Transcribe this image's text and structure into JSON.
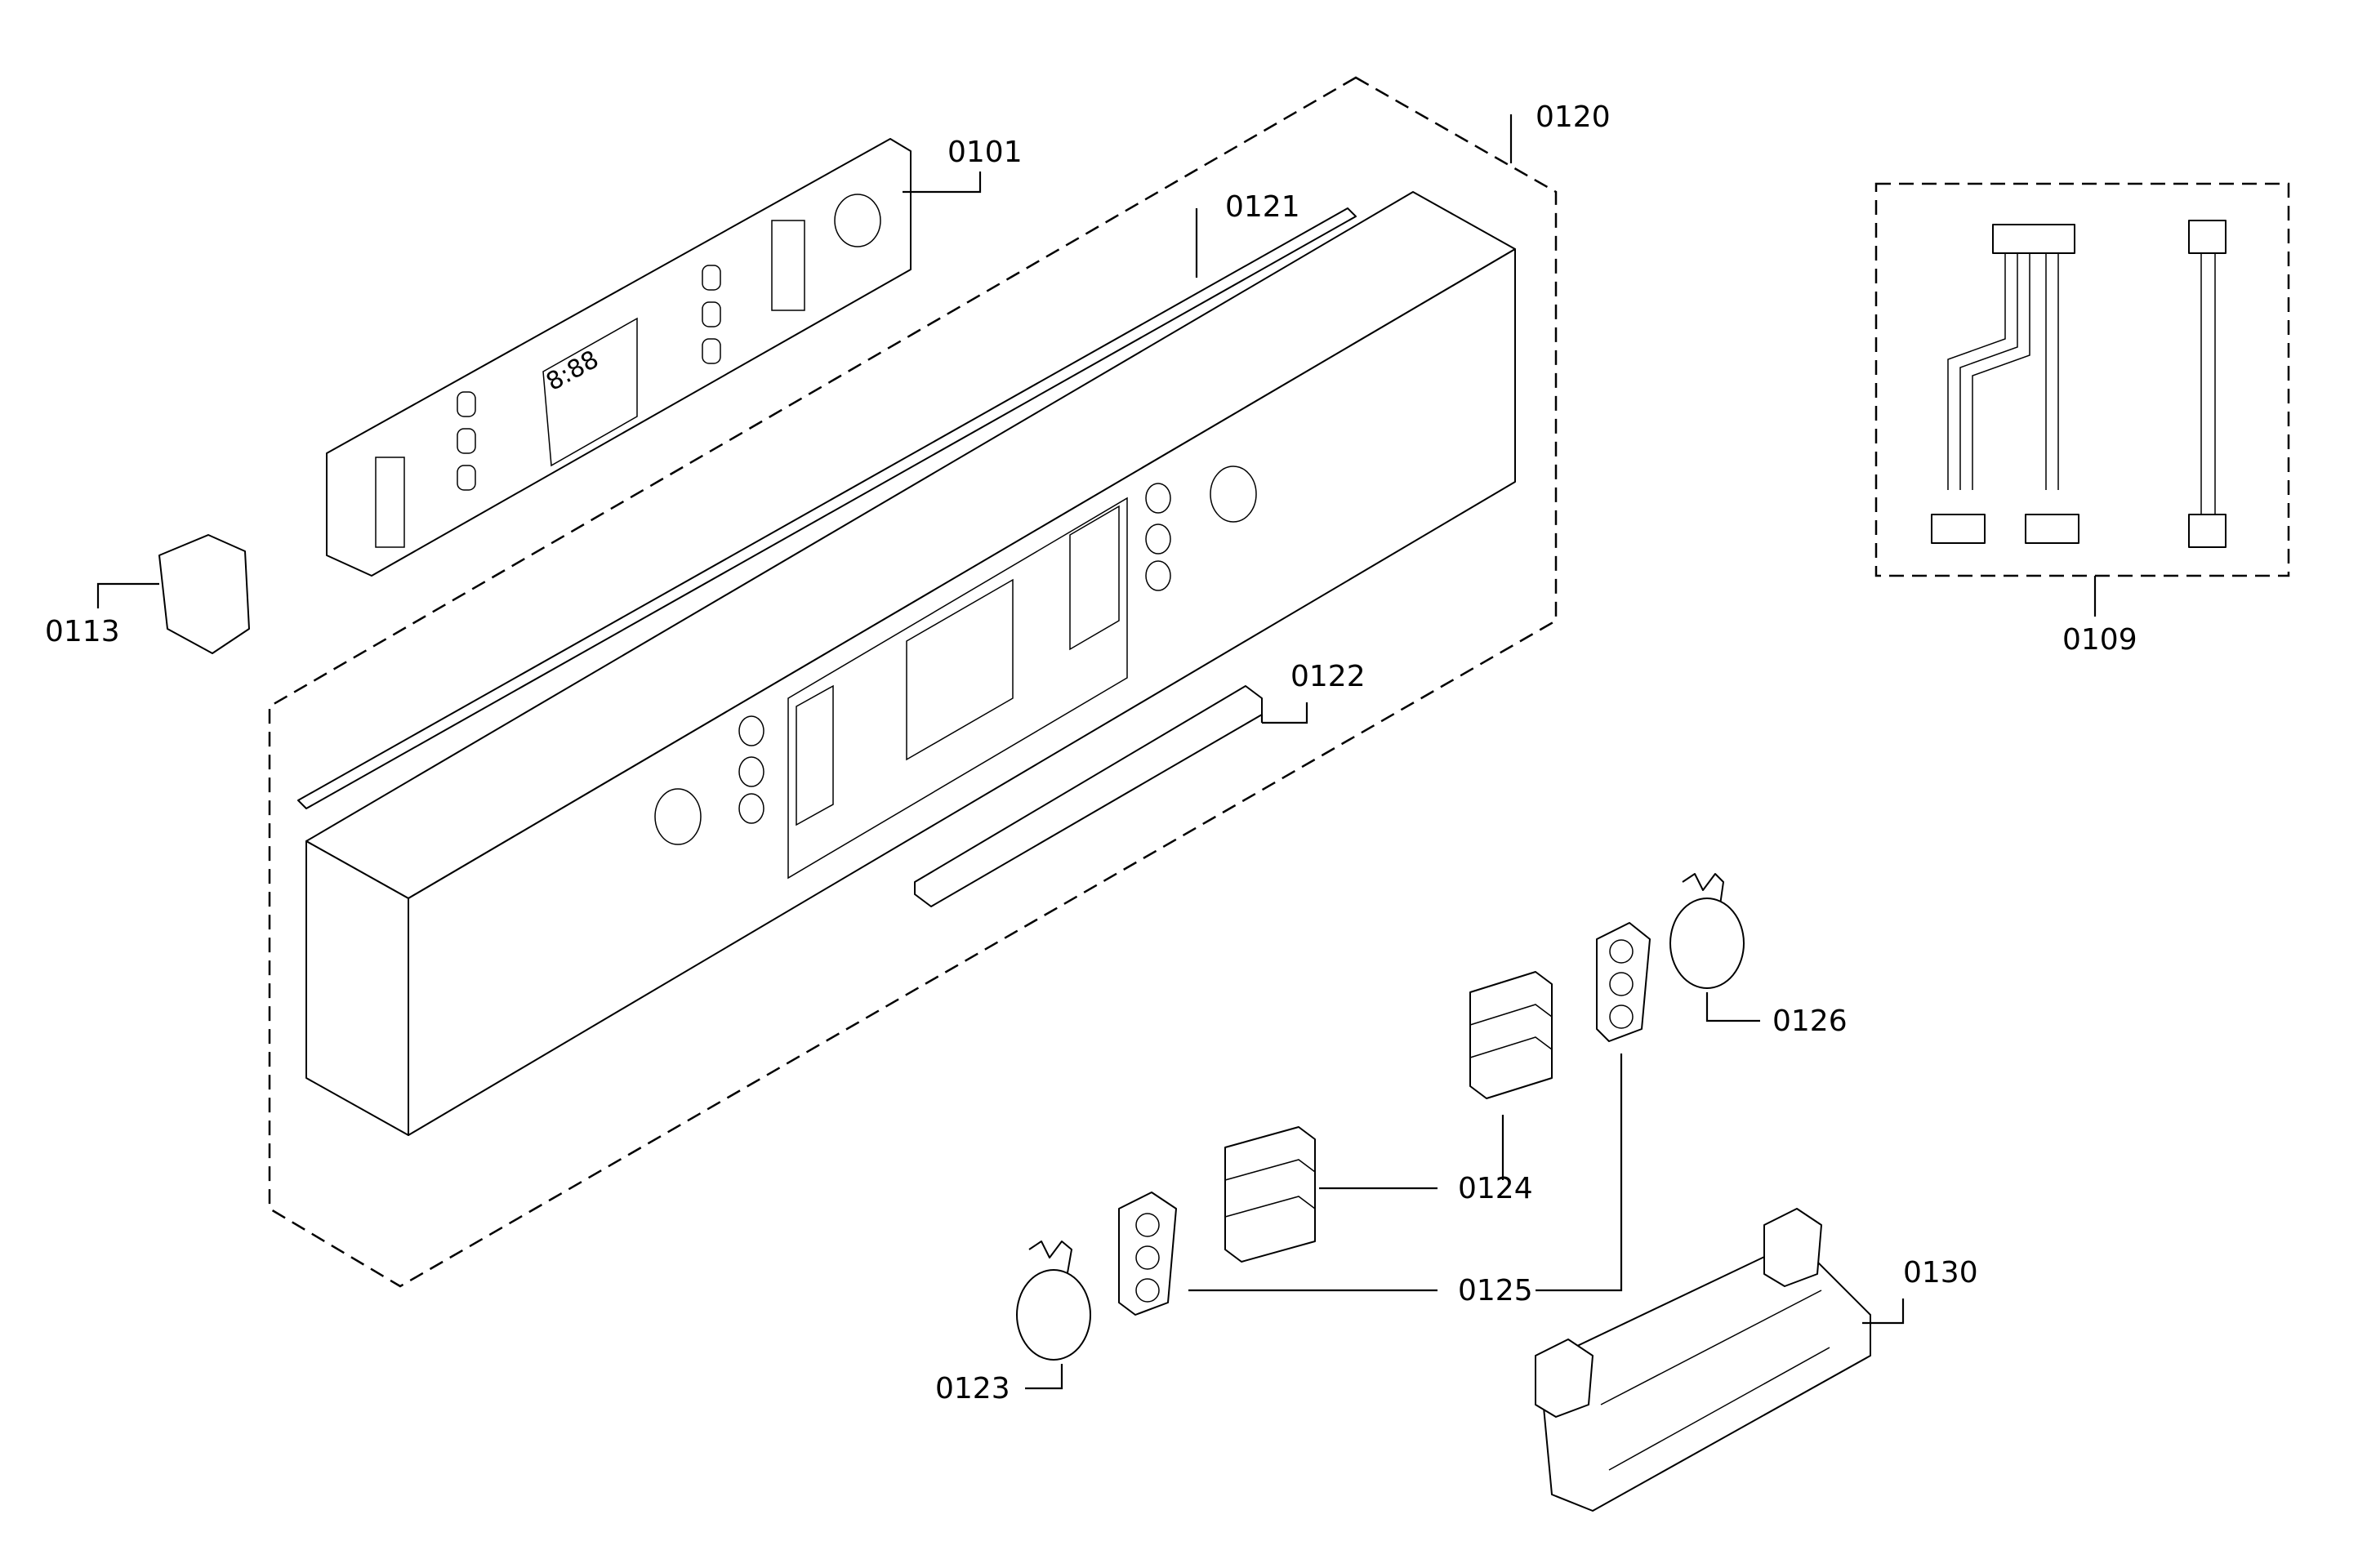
{
  "callouts": {
    "c0101": "0101",
    "c0109": "0109",
    "c0113": "0113",
    "c0120": "0120",
    "c0121": "0121",
    "c0122": "0122",
    "c0123": "0123",
    "c0124": "0124",
    "c0125": "0125",
    "c0126": "0126",
    "c0130": "0130"
  },
  "display_digits": "8:88"
}
